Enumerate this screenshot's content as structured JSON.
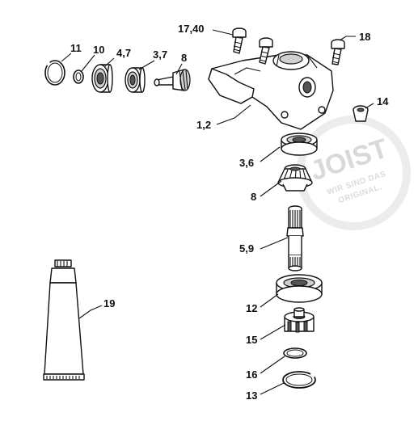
{
  "callouts": {
    "c17_40": "17,40",
    "c18": "18",
    "c11": "11",
    "c10": "10",
    "c4_7": "4,7",
    "c3_7_top": "3,7",
    "c8_top": "8",
    "c14": "14",
    "c1_2": "1,2",
    "c3_6": "3,6",
    "c8_mid": "8",
    "c5_9": "5,9",
    "c12": "12",
    "c15": "15",
    "c16": "16",
    "c13": "13",
    "c19": "19"
  },
  "watermark": {
    "logo": "JOIST",
    "line1": "WIR SIND DAS",
    "line2": "ORIGINAL."
  }
}
